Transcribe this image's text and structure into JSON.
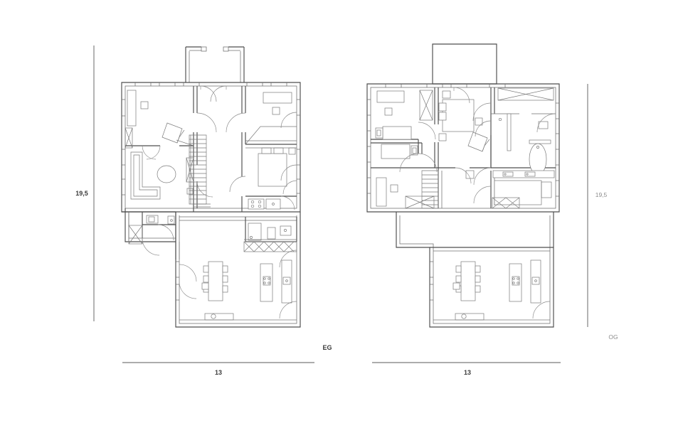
{
  "drawing": {
    "type": "architectural-floor-plan-set",
    "background_color": "#ffffff",
    "line_color": "#4d4d4d",
    "furniture_color": "#7a7a7a",
    "label_color_bold": "#3a3a3a",
    "label_color_light": "#8c8c8c"
  },
  "labels": {
    "left_vertical_dimension": "19,5",
    "right_vertical_dimension": "19,5",
    "eg_plan_name": "EG",
    "og_plan_name": "OG",
    "eg_bottom_dimension": "13",
    "og_bottom_dimension": "13"
  },
  "plans": [
    {
      "id": "eg",
      "name": "EG",
      "name_style": "bold",
      "width_dimension": "13",
      "height_dimension": "19,5",
      "height_dimension_style": "bold",
      "rooms": [
        {
          "name": "living-room",
          "features": [
            "l-shaped-sofa",
            "round-coffee-table",
            "double-door"
          ]
        },
        {
          "name": "study-room",
          "features": [
            "long-cabinet",
            "small-square-table",
            "angled-armchair",
            "hatched-window"
          ]
        },
        {
          "name": "entry-hall",
          "features": [
            "staircase",
            "entry-doors",
            "porch-canopy"
          ]
        },
        {
          "name": "bedroom",
          "features": [
            "double-bed",
            "two-nightstands",
            "wardrobe",
            "side-table"
          ]
        },
        {
          "name": "kitchen",
          "features": [
            "four-burner-stove",
            "sink",
            "counter"
          ]
        },
        {
          "name": "bathroom",
          "features": [
            "bathtub",
            "toilet",
            "sink"
          ]
        },
        {
          "name": "dining-living-extension",
          "features": [
            "dining-table-six-chairs",
            "kitchen-island",
            "counter-run",
            "fireplace"
          ]
        },
        {
          "name": "utility-room",
          "features": [
            "washer",
            "hatched-window"
          ]
        }
      ]
    },
    {
      "id": "og",
      "name": "OG",
      "name_style": "light",
      "width_dimension": "13",
      "height_dimension": "19,5",
      "height_dimension_style": "light",
      "rooms": [
        {
          "name": "bedroom-north-west",
          "features": [
            "desk",
            "small-square-stool",
            "hatched-window"
          ]
        },
        {
          "name": "bedroom-south-west",
          "features": [
            "single-bed",
            "nightstand",
            "wardrobe",
            "hatched-window"
          ]
        },
        {
          "name": "master-bedroom",
          "features": [
            "double-bed",
            "three-nightstands",
            "angled-armchair",
            "side-table"
          ]
        },
        {
          "name": "bathroom",
          "features": [
            "bathtub",
            "shower",
            "twin-sinks",
            "hatched-window"
          ]
        },
        {
          "name": "bedroom-south-east",
          "features": [
            "double-bed",
            "hatched-window"
          ]
        },
        {
          "name": "stair-hall",
          "features": [
            "staircase"
          ]
        },
        {
          "name": "terrace-roof",
          "features": [
            "dormer-projection"
          ]
        },
        {
          "name": "dining-living-extension",
          "features": [
            "dining-table-six-chairs",
            "kitchen-island",
            "counter-run",
            "fireplace"
          ]
        }
      ]
    }
  ]
}
